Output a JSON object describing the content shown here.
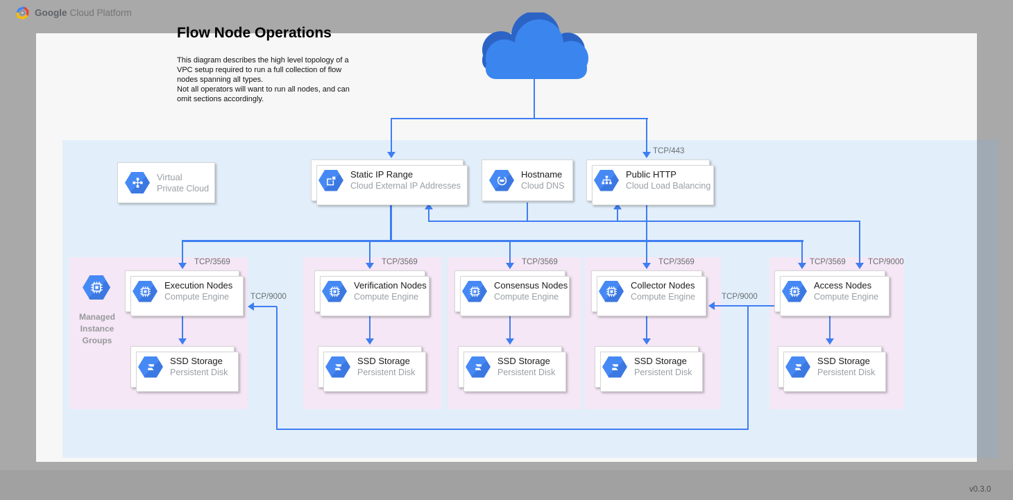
{
  "header": {
    "logo_google": "Google",
    "logo_platform": "Cloud Platform"
  },
  "doc": {
    "title": "Flow Node Operations",
    "description": "This diagram describes the high level topology of a\nVPC setup required to run a full collection of flow\nnodes spanning all types.\nNot all operators will want to run all nodes, and can\nomit sections accordingly.",
    "version": "v0.3.0"
  },
  "services": {
    "vpc": {
      "title": "Virtual",
      "subtitle": "Private Cloud"
    },
    "static_ip": {
      "title": "Static IP Range",
      "subtitle": "Cloud External IP Addresses"
    },
    "hostname": {
      "title": "Hostname",
      "subtitle": "Cloud DNS"
    },
    "public_http": {
      "title": "Public HTTP",
      "subtitle": "Cloud Load Balancing"
    }
  },
  "managed_instance_groups_label": "Managed\nInstance\nGroups",
  "groups": [
    {
      "node": {
        "title": "Execution Nodes",
        "subtitle": "Compute Engine"
      },
      "ssd": {
        "title": "SSD Storage",
        "subtitle": "Persistent Disk"
      }
    },
    {
      "node": {
        "title": "Verification Nodes",
        "subtitle": "Compute Engine"
      },
      "ssd": {
        "title": "SSD Storage",
        "subtitle": "Persistent Disk"
      }
    },
    {
      "node": {
        "title": "Consensus Nodes",
        "subtitle": "Compute Engine"
      },
      "ssd": {
        "title": "SSD Storage",
        "subtitle": "Persistent Disk"
      }
    },
    {
      "node": {
        "title": "Collector Nodes",
        "subtitle": "Compute Engine"
      },
      "ssd": {
        "title": "SSD Storage",
        "subtitle": "Persistent Disk"
      }
    },
    {
      "node": {
        "title": "Access Nodes",
        "subtitle": "Compute Engine"
      },
      "ssd": {
        "title": "SSD Storage",
        "subtitle": "Persistent Disk"
      }
    }
  ],
  "ports": {
    "https": "TCP/443",
    "flow": "TCP/3569",
    "grpc": "TCP/9000"
  },
  "icons": {
    "gcp_logo": "gcp-hexagon-logo",
    "cloud": "internet-cloud",
    "vpc": "virtual-network",
    "static_ip": "external-ip-square",
    "dns": "dns-gauge",
    "load_balancing": "distribution-tree",
    "compute_engine": "cpu-chip",
    "persistent_disk": "ssd-stripes"
  },
  "colors": {
    "line_blue": "#3f7df2",
    "icon_blue": "#4285f4",
    "cloud_light": "#3b86ee",
    "cloud_dark": "#2c64c6",
    "vpc_region": "#e2effb",
    "group_pink": "#f5e7f5",
    "background_gray": "#a9a9a9"
  }
}
